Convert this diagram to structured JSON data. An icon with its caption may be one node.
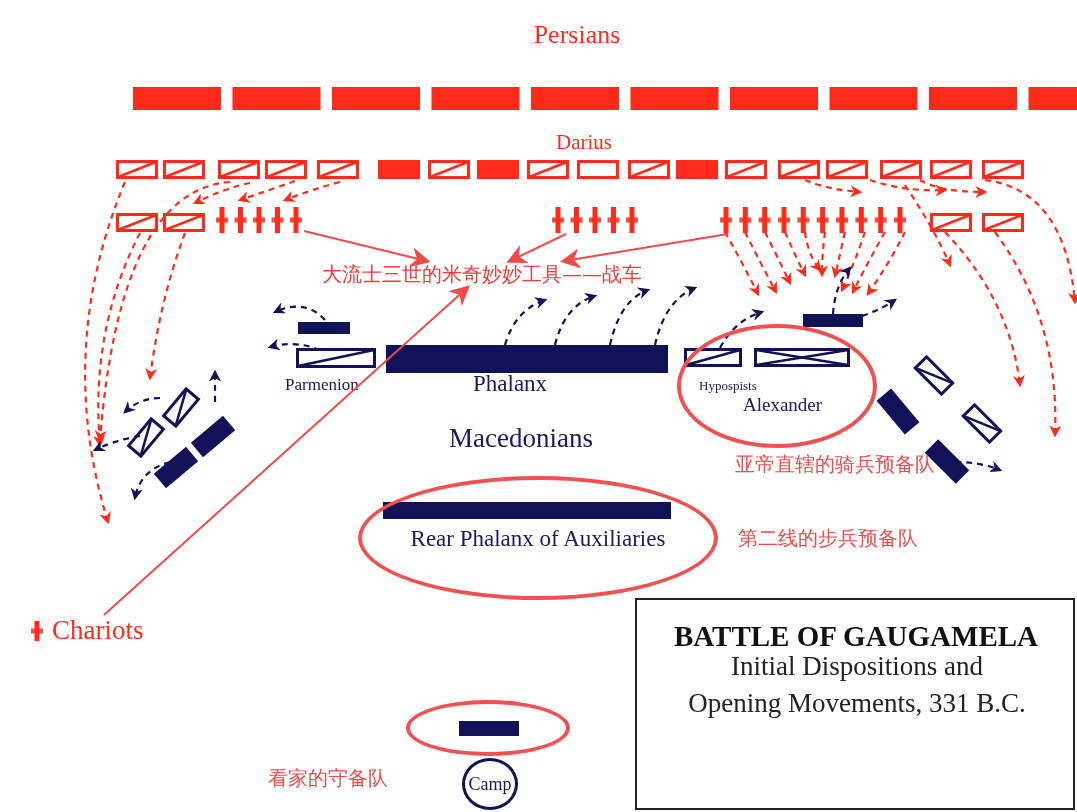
{
  "diagram": {
    "title": "BATTLE OF GAUGAMELA",
    "nodes": [
      {
        "text": [
          "大流士三世的米奇妙妙工具——战车"
        ]
      },
      {
        "text": [],
        "shape": "picture"
      },
      {
        "text": [],
        "shape": "picture"
      },
      {
        "text": [],
        "shape": "picture"
      },
      {
        "text": [
          "Chariots"
        ]
      },
      {
        "text": [
          "Hypospists",
          "Alexander"
        ],
        "beside": [
          "亚帝直辖的骑兵预备队"
        ]
      },
      {
        "text": [
          "Rear Phalanx of Auxiliaries"
        ],
        "beside": [
          "第二线的步兵预备队"
        ]
      },
      {
        "text": [],
        "shape": "circle",
        "beside": [
          "看家的守备队"
        ]
      },
      {
        "text": [
          "Camp"
        ]
      },
      {
        "text": [
          "Initial Dispositions and Opening Movements, 331 B.C."
        ]
      }
    ],
    "edges": [
      {
        "from": 1,
        "to": 0,
        "arrow": "to"
      },
      {
        "from": 2,
        "to": 0,
        "arrow": "to"
      },
      {
        "from": 3,
        "to": 0,
        "arrow": "to"
      },
      {
        "from": 4,
        "to": 0,
        "arrow": "to"
      }
    ],
    "labels": [
      "Persians",
      "Darius",
      "Parmenion",
      "Phalanx",
      "Macedonians"
    ]
  }
}
